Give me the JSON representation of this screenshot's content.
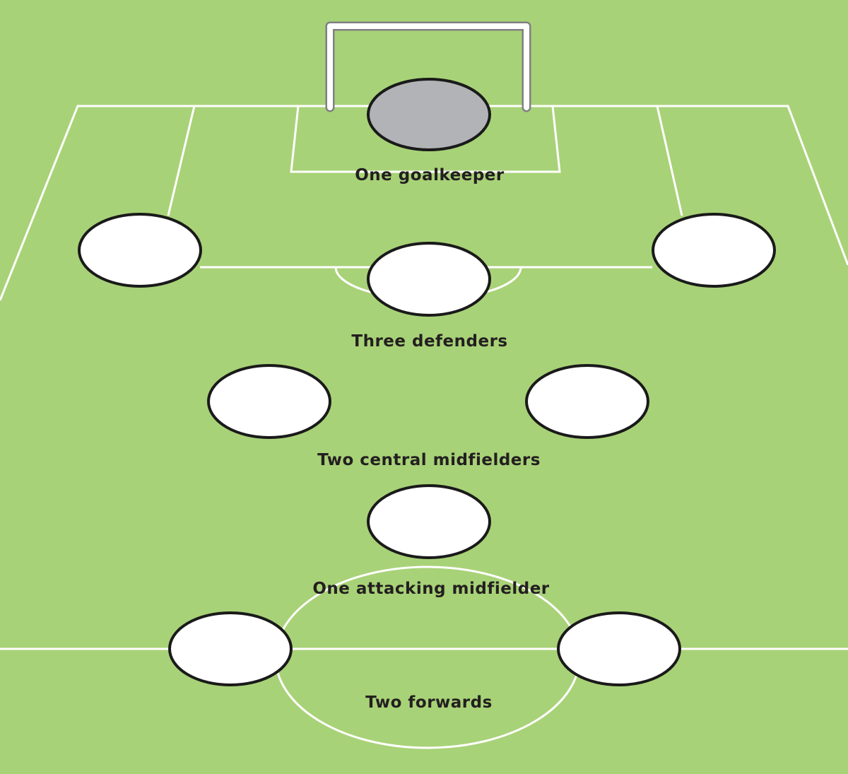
{
  "colors": {
    "pitch": "#a8d277",
    "lines": "#ffffff",
    "player": "#ffffff",
    "goalkeeper": "#b2b3b6",
    "outline": "#1a1a1a",
    "text": "#231f20"
  },
  "labels": {
    "goalkeeper": "One goalkeeper",
    "defenders": "Three defenders",
    "central_midfielders": "Two central midfielders",
    "attacking_midfielder": "One attacking midfielder",
    "forwards": "Two forwards"
  }
}
